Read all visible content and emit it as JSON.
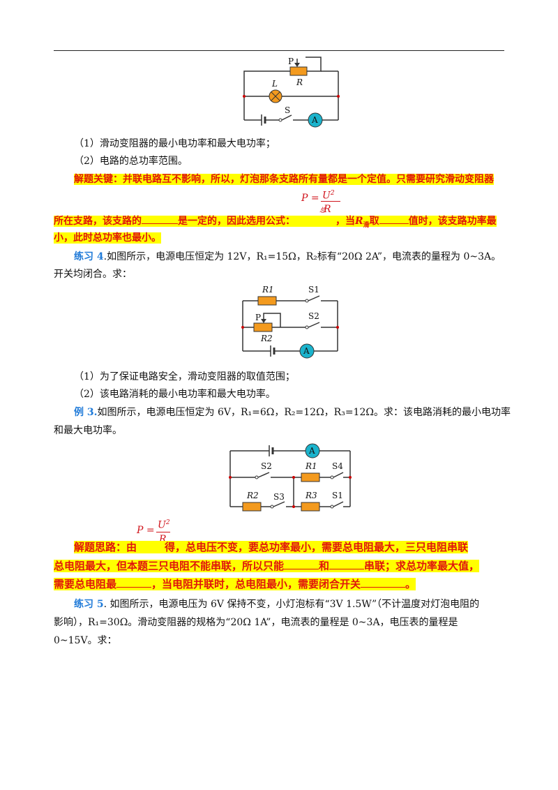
{
  "circuit1": {
    "p": "P",
    "r": "R",
    "l": "L",
    "s": "S",
    "a": "A"
  },
  "q1_1": "（1）滑动变阻器的最小电功率和最大电功率；",
  "q1_2": "（2）电路的总功率范围。",
  "key1": {
    "label": "解题关键",
    "line1": "：并联电路互不影响，所以，灯泡那条支路所有量都是一个定值。只需要研究滑动变阻器",
    "line2a": "所在支路，该支路的",
    "line2b": "是一定的，因此选用公式：",
    "line2c": "，当",
    "line2d": "取",
    "line2e": "值时，该支路功率最",
    "line3": "小，此时总功率也最小。",
    "f_p": "P =",
    "f_num": "U",
    "f_num_sup": "2",
    "f_num_sub": "总",
    "f_den": "R",
    "f_den_sub": "总",
    "r_slide": "R",
    "r_slide_sub": "滑"
  },
  "ex4": {
    "label": "练习 4",
    "line1": ".如图所示，电源电压恒定为 12V，R₁=15Ω，R₂标有“20Ω 2A”，电流表的量程为 0~3A。",
    "line2": "开关均闭合。求："
  },
  "circuit2": {
    "r1": "R1",
    "s1": "S1",
    "p": "P",
    "s2": "S2",
    "r2": "R2",
    "a": "A"
  },
  "q4_1": "（1）为了保证电路安全，滑动变阻器的取值范围；",
  "q4_2": "（2）该电路消耗的最小电功率和最大电功率。",
  "ex3": {
    "label": "例 3.",
    "line1": "如图所示，电源电压恒定为 6V，R₁=6Ω，R₂=12Ω，R₃=12Ω。求：该电路消耗的最小电功率",
    "line2": "和最大电功率。"
  },
  "circuit3": {
    "a": "A",
    "s2": "S2",
    "r1": "R1",
    "s4": "S4",
    "r2": "R2",
    "s3": "S3",
    "r3": "R3",
    "s1": "S1"
  },
  "key2": {
    "label": "解题思路",
    "f_p": "P =",
    "f_num": "U",
    "f_num_sup": "2",
    "f_den": "R",
    "line1a": "：由",
    "line1b": "得，总电压不变，要总功率最小，需要总电阻最大，三只电阻串联",
    "line2a": "总电阻最大，但本题三只电阻不能串联，所以只能",
    "line2b": "和",
    "line2c": "串联；求总功率最大值，",
    "line3a": "需要总电阻最",
    "line3b": "，当电阻并联时，总电阻最小，需要闭合开关",
    "line3c": "。"
  },
  "ex5": {
    "label": "练习 5",
    "line1": ". 如图所示，电源电压为 6V 保持不变，小灯泡标有“3V 1.5W”（不计温度对灯泡电阻的",
    "line2": "影响），R₁=30Ω。滑动变阻器的规格为“20Ω 1A”，电流表的量程是 0~3A，电压表的量程是",
    "line3": "0~15V。求："
  },
  "colors": {
    "highlight": "#ffff00",
    "red": "#e0140c",
    "blue": "#1f7ad8",
    "resistor": "#f39a1e",
    "meter": "#1bb3cc"
  }
}
